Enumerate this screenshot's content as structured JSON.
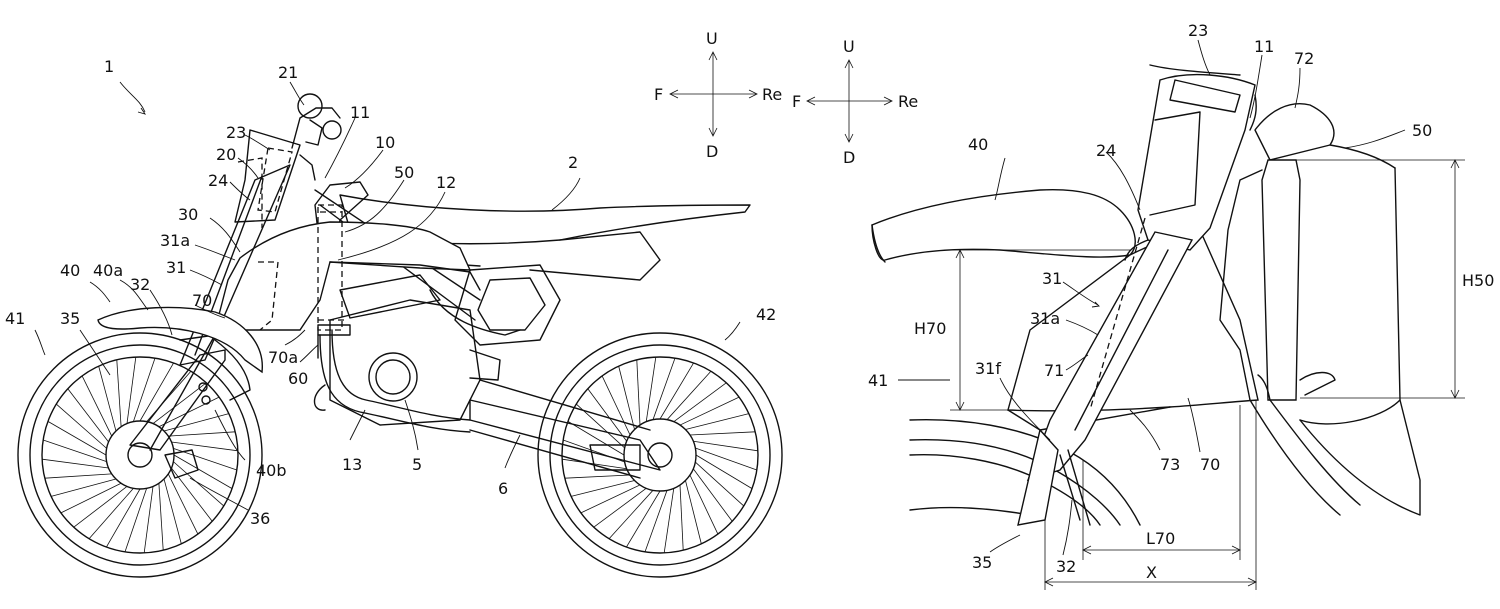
{
  "compass": {
    "up": "U",
    "down": "D",
    "front": "F",
    "rear": "Re"
  },
  "left_view": {
    "labels": {
      "overall": "1",
      "seat": "2",
      "engine": "5",
      "chain": "6",
      "frame_head": "10",
      "handlebar_stem": "11",
      "frame_main": "12",
      "down_tube": "13",
      "handlebar": "21",
      "fork_top": "23",
      "fork_clamp": "24",
      "headlight_cover": "20",
      "fork": "30",
      "fork_tube": "31",
      "fork_tube_a": "31a",
      "fork_lower": "32",
      "axle_bracket": "35",
      "caliper": "36",
      "front_fender": "40",
      "fender_a": "40a",
      "fender_b": "40b",
      "front_wheel": "41",
      "rear_wheel": "42",
      "tank": "50",
      "bracket": "60",
      "side_cover": "70",
      "side_cover_a": "70a"
    }
  },
  "right_view": {
    "labels": {
      "fork_top": "23",
      "stem": "11",
      "radiator_cap": "72",
      "front_fender": "40",
      "fork_clamp": "24",
      "tank": "50",
      "fork_tube": "31",
      "fork_tube_a": "31a",
      "cover_edge": "71",
      "front_wheel": "41",
      "fork_face": "31f",
      "lower_edge": "73",
      "side_cover": "70",
      "axle_bracket": "35",
      "fork_lower": "32"
    },
    "dimensions": {
      "h70": "H70",
      "h50": "H50",
      "l70": "L70",
      "x": "X"
    }
  }
}
